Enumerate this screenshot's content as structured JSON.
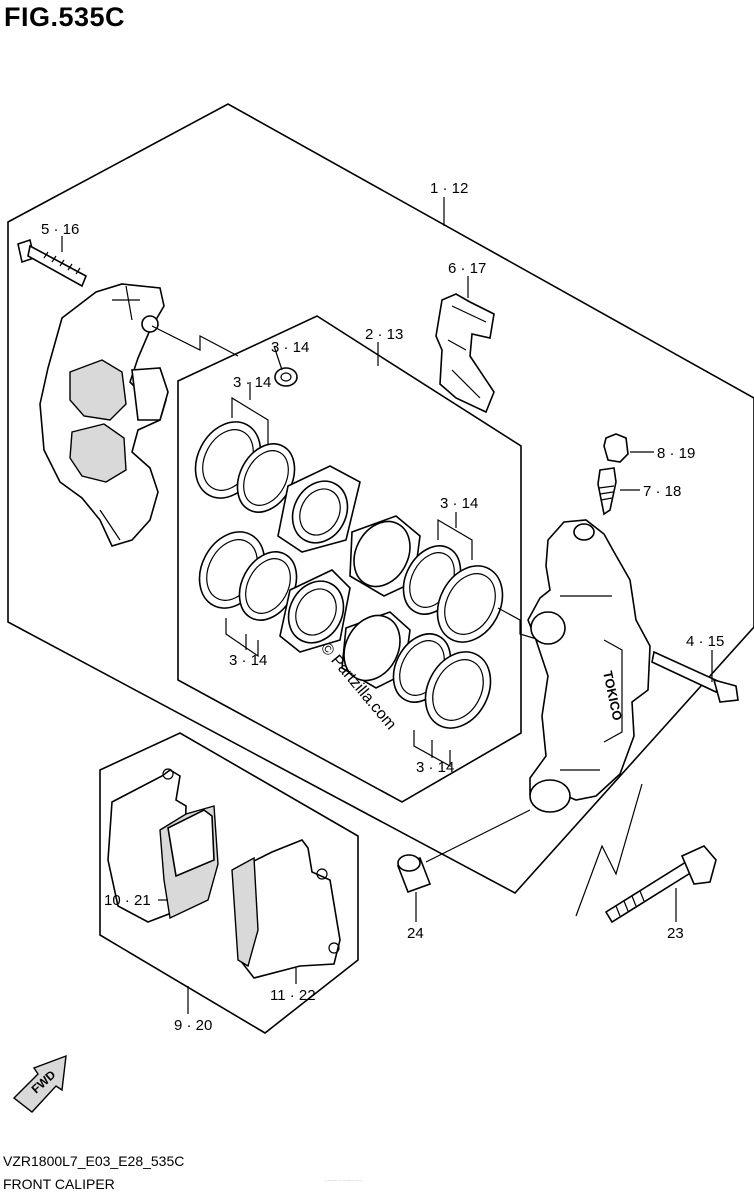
{
  "figure": {
    "title": "FIG.535C",
    "code": "VZR1800L7_E03_E28_535C",
    "name": "FRONT CALIPER",
    "fine_print": "·········· ·· ········ ······"
  },
  "watermark": "© Partzilla.com",
  "fwd_label": "FWD",
  "callouts": {
    "c_1_12": "1 · 12",
    "c_5_16": "5 · 16",
    "c_6_17": "6 · 17",
    "c_2_13": "2 · 13",
    "c_3_14_a": "3 · 14",
    "c_3_14_b": "3 · 14",
    "c_3_14_c": "3 · 14",
    "c_3_14_d": "3 · 14",
    "c_3_14_e": "3 · 14",
    "c_8_19": "8 · 19",
    "c_7_18": "7 · 18",
    "c_4_15": "4 · 15",
    "c_10_21": "10 · 21",
    "c_11_22": "11 · 22",
    "c_9_20": "9 · 20",
    "c_24": "24",
    "c_23": "23"
  }
}
